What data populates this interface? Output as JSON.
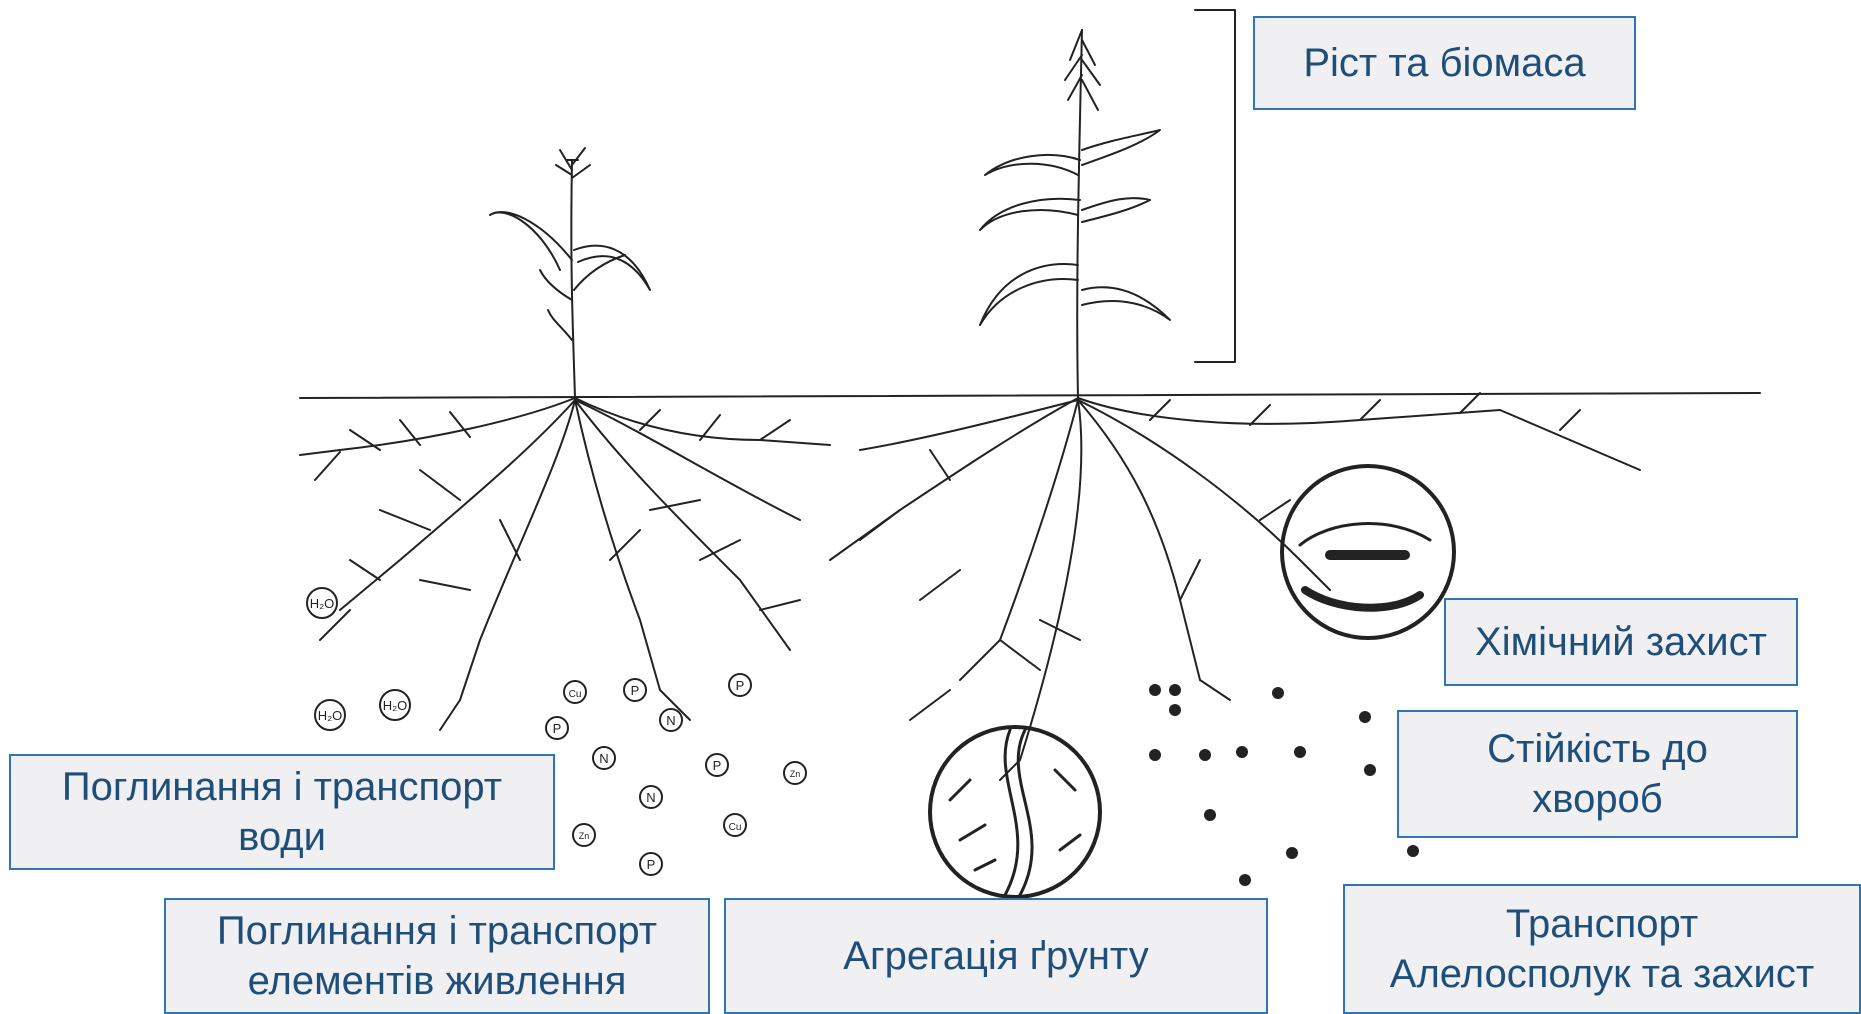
{
  "labels": {
    "growth": "Ріст та біомаса",
    "chemical_defense": "Хімічний захист",
    "disease_resistance": [
      "Стійкість до",
      "хвороб"
    ],
    "water_uptake": [
      "Поглинання і транспорт",
      "води"
    ],
    "nutrient_uptake": [
      "Поглинання і транспорт",
      "елементів живлення"
    ],
    "soil_aggregation": "Агрегація ґрунту",
    "allelochemicals": [
      "Транспорт",
      "Алелосполук та захист"
    ]
  },
  "nutrient_symbols": {
    "water": "H₂O",
    "phosphorus": "P",
    "nitrogen": "N",
    "copper": "Cu",
    "zinc": "Zn"
  },
  "colors": {
    "label_border": "#2e75b6",
    "label_text": "#1f4e79",
    "label_fill": "#f0f0f2",
    "line_art": "#222222"
  }
}
